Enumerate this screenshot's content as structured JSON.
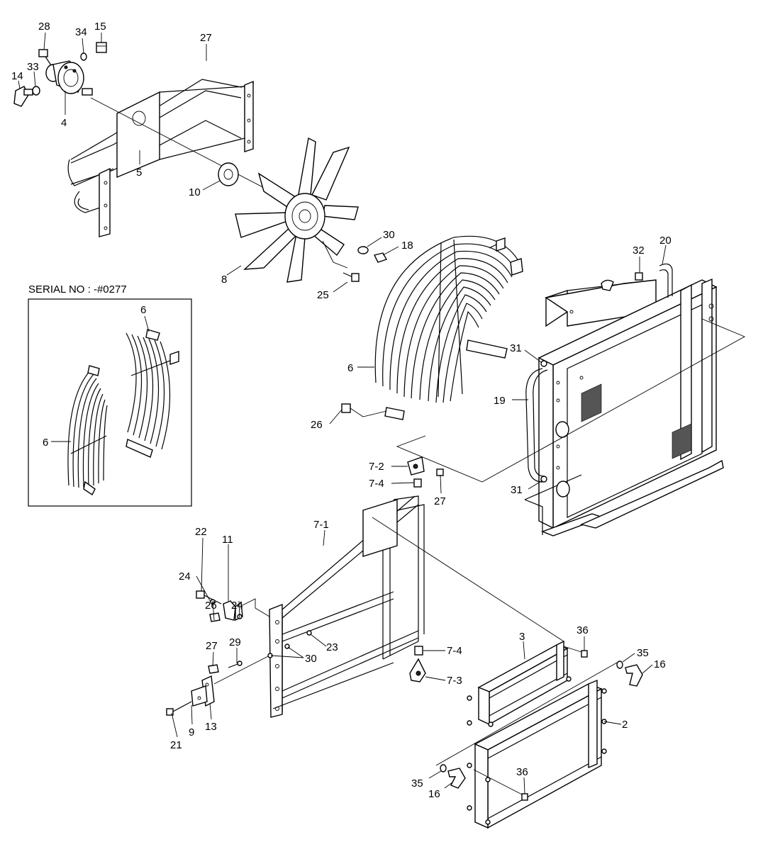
{
  "inset": {
    "title": "SERIAL NO : -#0277"
  },
  "callouts": {
    "c28": "28",
    "c34": "34",
    "c15": "15",
    "c14": "14",
    "c33": "33",
    "c4": "4",
    "c27a": "27",
    "c5": "5",
    "c10": "10",
    "c30a": "30",
    "c18": "18",
    "c8": "8",
    "c25": "25",
    "c32": "32",
    "c20": "20",
    "c31a": "31",
    "c6a": "6",
    "c19": "19",
    "c26a": "26",
    "c6b": "6",
    "c6c": "6",
    "c72": "7-2",
    "c74a": "7-4",
    "c27b": "27",
    "c31b": "31",
    "c71": "7-1",
    "c22": "22",
    "c11": "11",
    "c24a": "24",
    "c26b": "26",
    "c24b": "24",
    "c23": "23",
    "c27c": "27",
    "c29": "29",
    "c30b": "30",
    "c74b": "7-4",
    "c73": "7-3",
    "c36a": "36",
    "c3": "3",
    "c35a": "35",
    "c16a": "16",
    "c2": "2",
    "c21": "21",
    "c9": "9",
    "c13": "13",
    "c35b": "35",
    "c36b": "36",
    "c16b": "16"
  }
}
